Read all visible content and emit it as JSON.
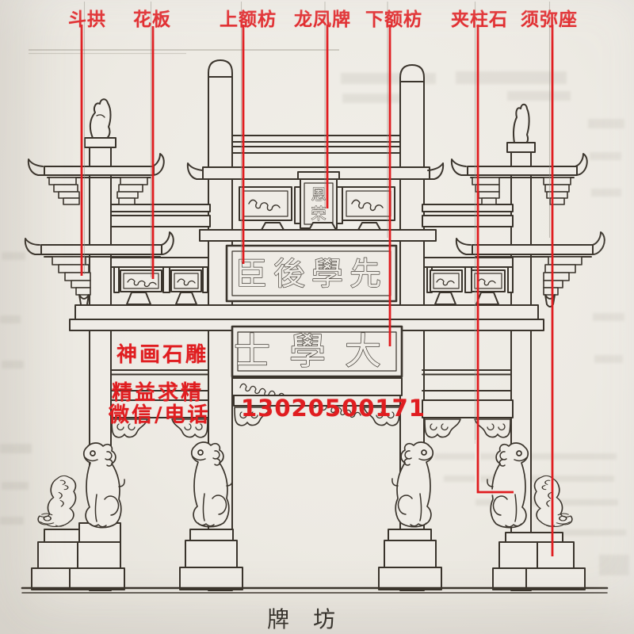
{
  "annotations": {
    "top_labels": [
      {
        "label": "斗拱"
      },
      {
        "label": "花板"
      },
      {
        "label": "上额枋"
      },
      {
        "label": "龙凤牌"
      },
      {
        "label": "下额枋"
      },
      {
        "label": "夹柱石"
      },
      {
        "label": "须弥座"
      }
    ],
    "brand": {
      "line1": "神画石雕",
      "line2": "精益求精",
      "line3": "微信/电话",
      "phone": "13020500171"
    },
    "caption": "牌坊"
  },
  "plaques": {
    "upper_inscription": "臣後學先",
    "main_inscription": "士學大",
    "tablet_char_top": "恩",
    "tablet_char_bottom": "荣"
  },
  "colors": {
    "annotation_red": "#e01d20",
    "ink": "#3a342c",
    "paper": "#efece6"
  }
}
